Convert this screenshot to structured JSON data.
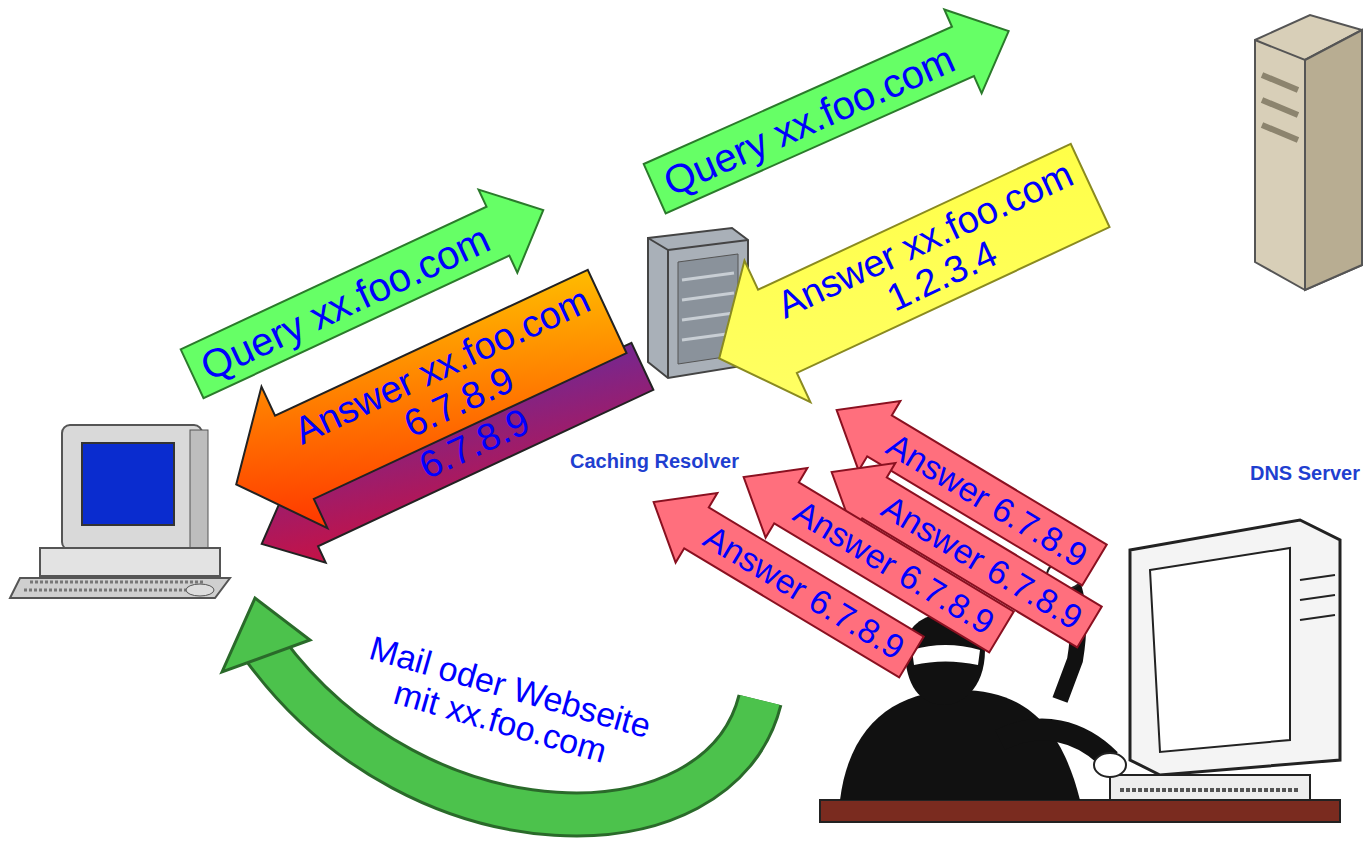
{
  "diagram": {
    "nodes": [
      {
        "text": [
          "Query xx.foo.com"
        ]
      },
      {
        "text": [
          "Query xx.foo.com"
        ]
      },
      {
        "text": [
          "Answer xx.foo.com",
          "1.2.3.4"
        ]
      },
      {
        "text": [
          "Answer xx.foo.com",
          "6.7.8.9"
        ]
      },
      {
        "text": [
          "6.7.8.9"
        ]
      },
      {
        "text": [
          "Answer 6.7.8.9"
        ]
      },
      {
        "text": [
          "Answer 6.7.8.9"
        ]
      },
      {
        "text": [
          "Answer 6.7.8.9"
        ]
      },
      {
        "text": [
          "Answer 6.7.8.9"
        ]
      },
      {
        "text": [
          "Mail oder Webseite",
          "mit xx.foo.com"
        ]
      }
    ],
    "labels": [
      "Caching Resolver",
      "DNS Server"
    ]
  }
}
